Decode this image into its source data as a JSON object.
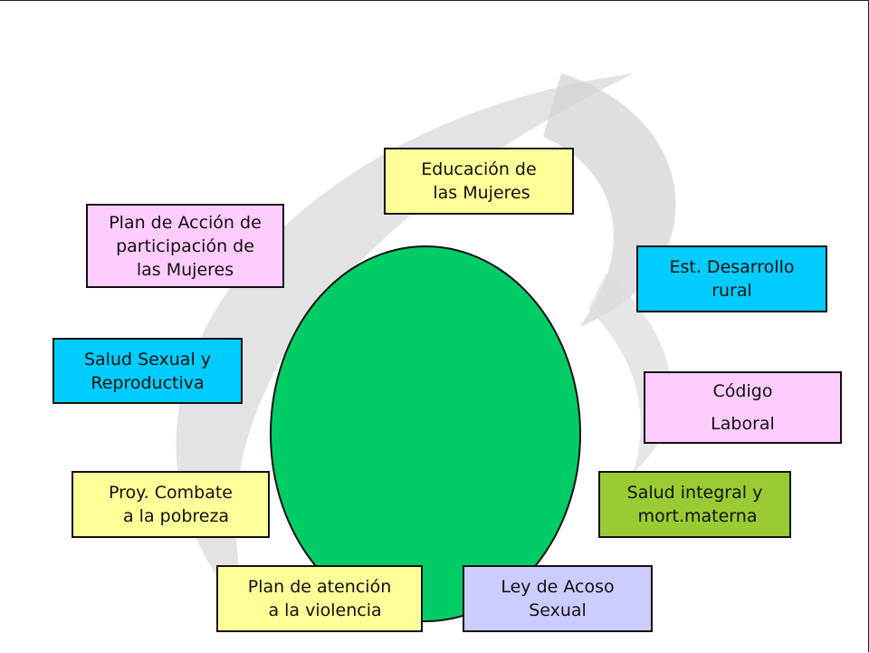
{
  "diagram": {
    "center_color": "#00cc66",
    "nodes": [
      {
        "id": "educacion",
        "lines": [
          "Educación de",
          " las Mujeres"
        ],
        "color": "#ffff99"
      },
      {
        "id": "plan-accion",
        "lines": [
          "Plan de Acción de",
          "participación de",
          "las Mujeres"
        ],
        "color": "#ffccff"
      },
      {
        "id": "desarrollo-rural",
        "lines": [
          "Est. Desarrollo",
          "rural"
        ],
        "color": "#00ccff"
      },
      {
        "id": "salud-sexual",
        "lines": [
          "Salud Sexual y",
          "Reproductiva"
        ],
        "color": "#00ccff"
      },
      {
        "id": "codigo-laboral",
        "lines": [
          "Código",
          "Laboral"
        ],
        "color": "#ffccff"
      },
      {
        "id": "combate-pobreza",
        "lines": [
          "Proy. Combate",
          "  a la pobreza"
        ],
        "color": "#ffff99"
      },
      {
        "id": "salud-integral",
        "lines": [
          "Salud integral y",
          " mort.materna"
        ],
        "color": "#99cc33"
      },
      {
        "id": "atencion-violencia",
        "lines": [
          "Plan de atención",
          "  a la violencia"
        ],
        "color": "#ffff99"
      },
      {
        "id": "acoso-sexual",
        "lines": [
          "Ley de Acoso",
          "Sexual"
        ],
        "color": "#ccccff"
      }
    ]
  }
}
